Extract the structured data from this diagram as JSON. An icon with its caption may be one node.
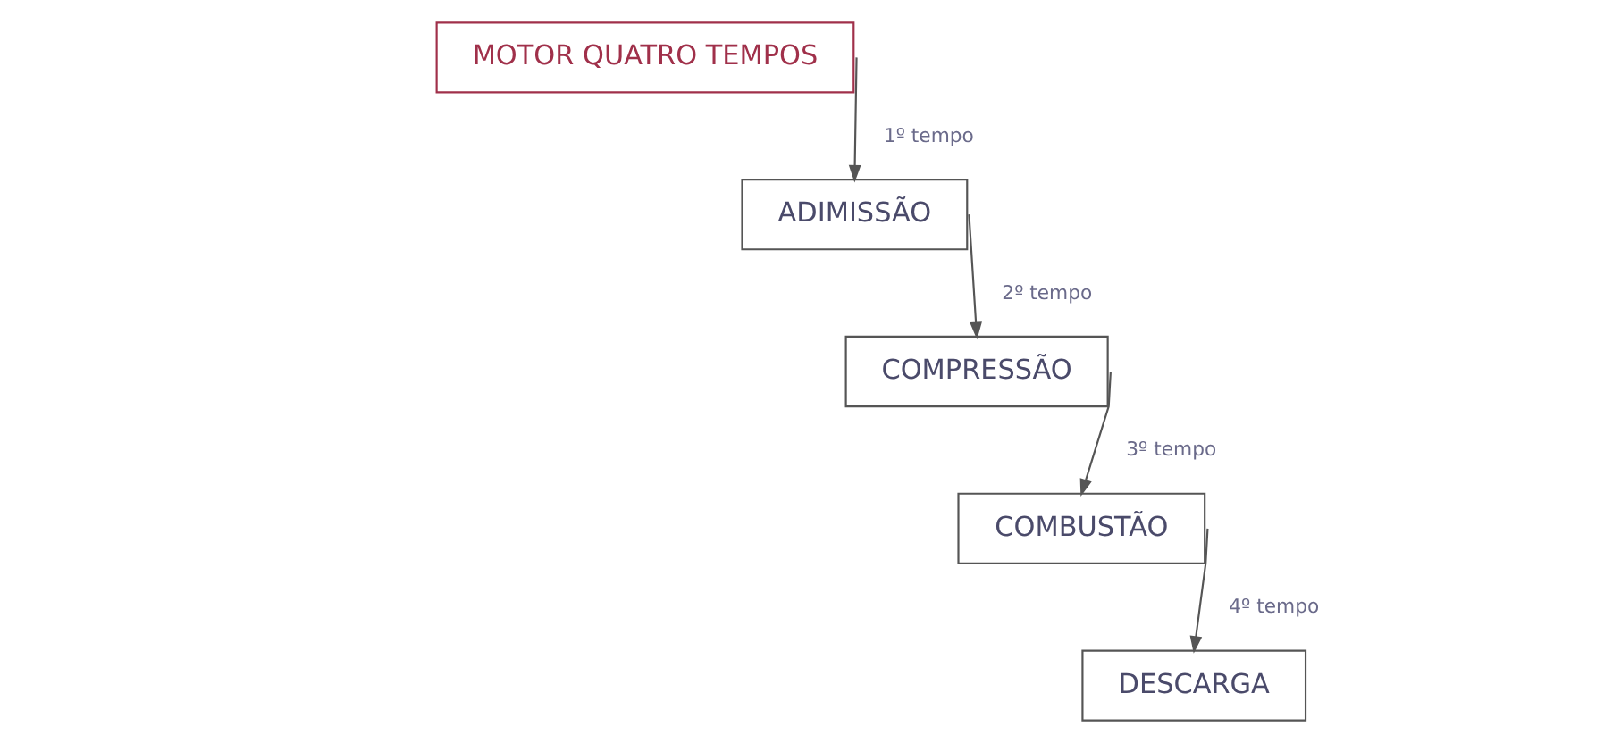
{
  "diagram": {
    "nodes": [
      {
        "text": [
          "MOTOR QUATRO TEMPOS"
        ]
      },
      {
        "text": [
          "ADIMISSÃO"
        ]
      },
      {
        "text": [
          "COMPRESSÃO"
        ]
      },
      {
        "text": [
          "COMBUSTÃO"
        ]
      },
      {
        "text": [
          "DESCARGA"
        ]
      }
    ],
    "edges": [
      {
        "from": 0,
        "to": 1,
        "arrow": "to",
        "label": "1º tempo"
      },
      {
        "from": 1,
        "to": 2,
        "arrow": "to",
        "label": "2º tempo"
      },
      {
        "from": 2,
        "to": 3,
        "arrow": "to",
        "label": "3º tempo"
      },
      {
        "from": 3,
        "to": 4,
        "arrow": "to",
        "label": "4º tempo"
      }
    ]
  }
}
